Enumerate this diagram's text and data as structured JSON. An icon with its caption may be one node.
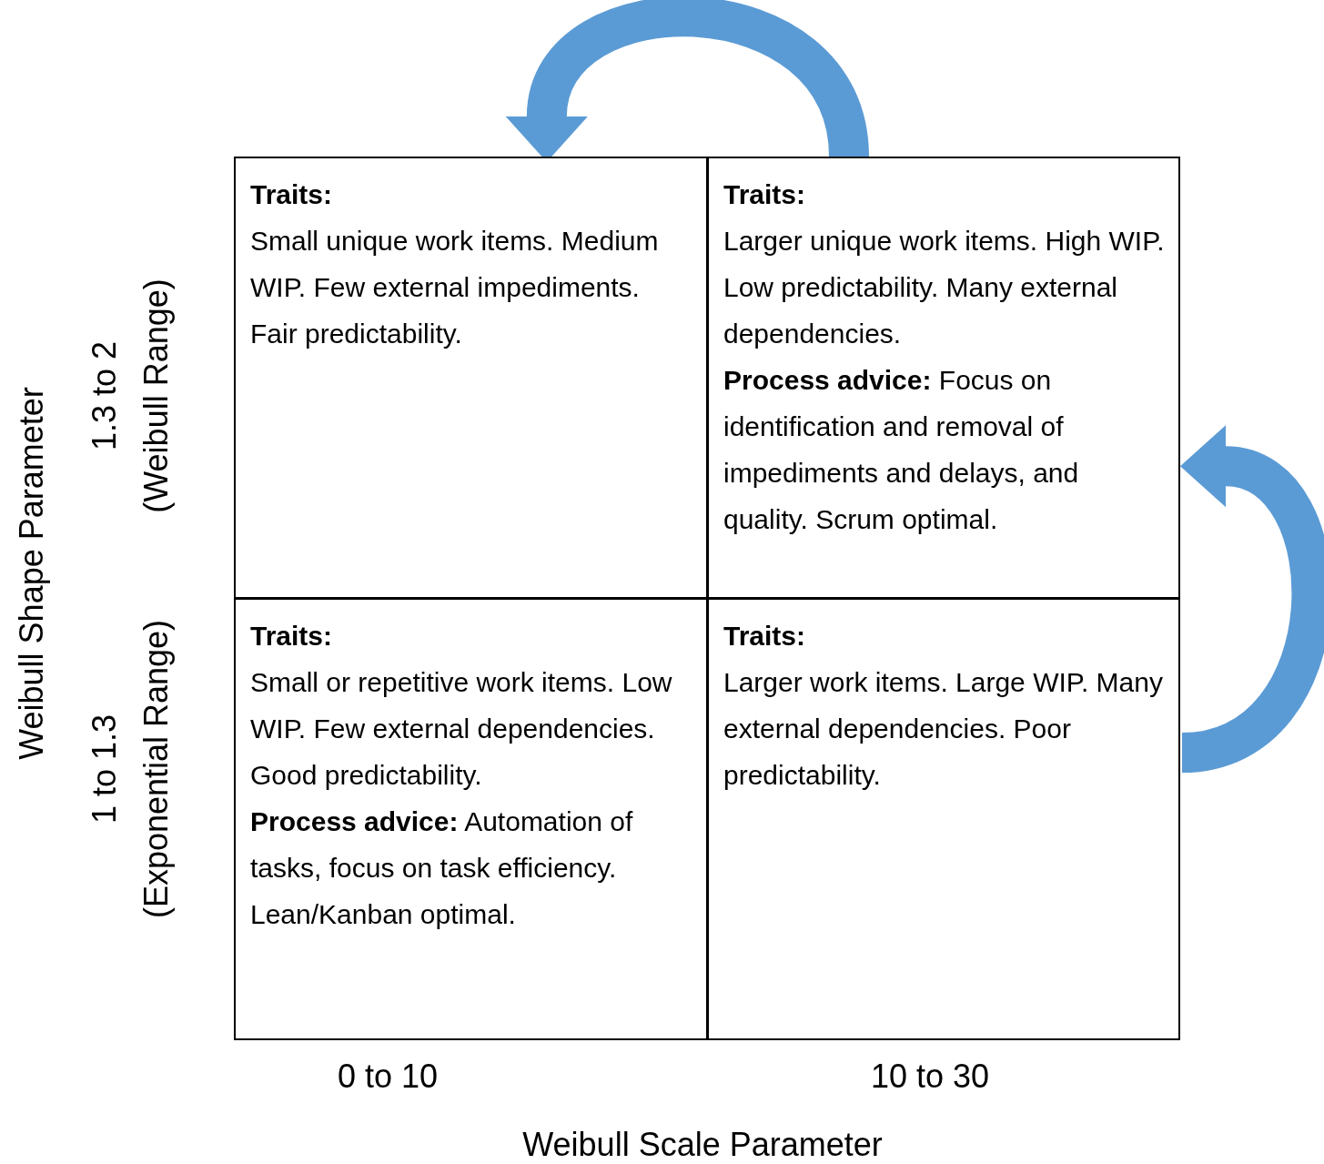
{
  "diagram": {
    "nodes": [
      {
        "text": [
          "Traits:",
          "Small unique work items. Medium WIP. Few external impediments. Fair predictability."
        ]
      },
      {
        "text": [
          "Traits:",
          "Larger unique work items. High WIP. Low predictability. Many external dependencies.",
          "**Process advice:** Focus on identification and removal of impediments and delays, and quality. Scrum optimal."
        ]
      },
      {
        "text": [
          "Traits:",
          "Small or repetitive work items. Low WIP. Few external dependencies. Good predictability.",
          "**Process advice:** Automation of tasks, focus on task efficiency. Lean/Kanban optimal."
        ]
      },
      {
        "text": [
          "Traits:",
          "Larger work items. Large WIP. Many external dependencies. Poor predictability."
        ]
      }
    ],
    "edges": [
      {
        "from": 1,
        "to": 0,
        "arrow": "to"
      },
      {
        "from": 3,
        "to": 1,
        "arrow": "to"
      }
    ],
    "labels": [
      "Weibull Shape Parameter",
      "1.3 to 2",
      "(Weibull Range)",
      "1 to 1.3",
      "(Exponential Range)",
      "0 to 10",
      "10 to 30",
      "Weibull Scale Parameter"
    ]
  }
}
